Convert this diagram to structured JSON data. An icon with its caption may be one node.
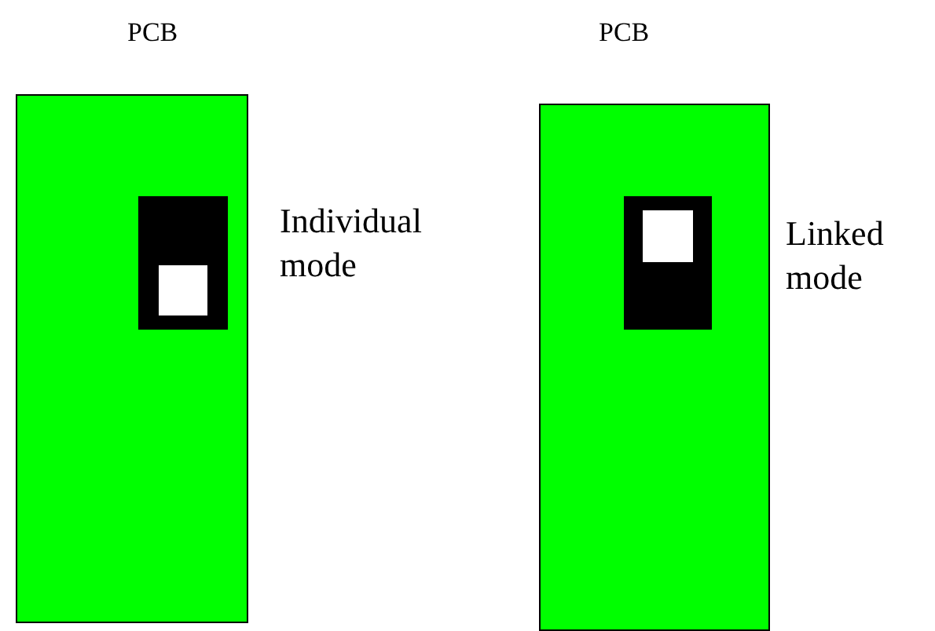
{
  "diagram": {
    "nodes": [
      {
        "text": [
          "PCB"
        ]
      },
      {
        "text": [],
        "shape": "box",
        "in": 0,
        "beside": [
          "Individual mode"
        ]
      },
      {
        "text": [],
        "shape": "box",
        "in": 1
      },
      {
        "text": [
          "PCB"
        ]
      },
      {
        "text": [],
        "shape": "box",
        "in": 3,
        "beside": [
          "Linked mode"
        ]
      },
      {
        "text": [],
        "shape": "box",
        "in": 4
      }
    ]
  }
}
